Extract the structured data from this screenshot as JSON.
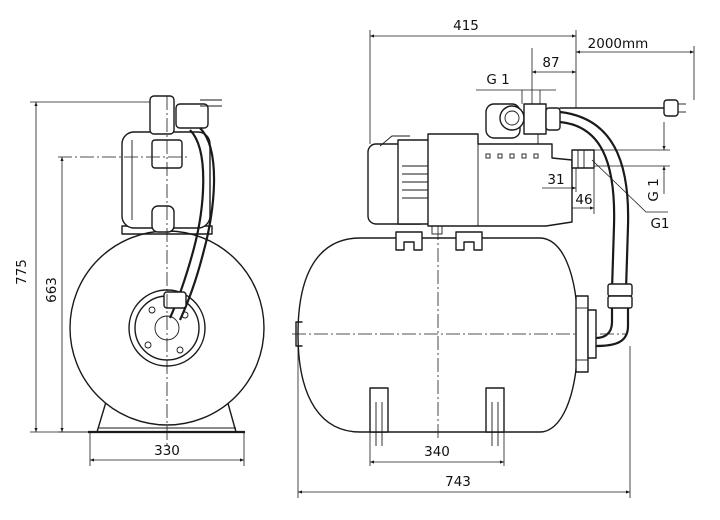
{
  "dimensions": {
    "total_height": "775",
    "tank_center_height": "663",
    "front_width": "330",
    "foot_spacing": "340",
    "total_length": "743",
    "top_length": "415",
    "cable_length": "2000mm",
    "switch_offset": "87",
    "inlet_thread_top": "G 1",
    "outlet_thread_vertical": "G 1",
    "pipe_offset_31": "31",
    "pipe_offset_46": "46",
    "outlet_thread_leader": "G1"
  },
  "colors": {
    "line": "#1a1a1a",
    "background": "#ffffff"
  }
}
